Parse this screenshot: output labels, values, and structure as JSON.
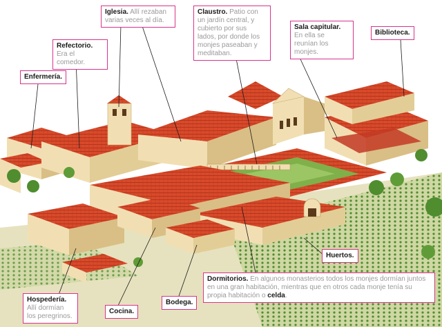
{
  "labels": {
    "iglesia": {
      "title": "Iglesia.",
      "text": "Allí rezaban varias veces al día."
    },
    "claustro": {
      "title": "Claustro.",
      "text": "Patio con un jardín central, y cubierto por sus lados, por donde los monjes paseaban y meditaban."
    },
    "sala": {
      "title": "Sala capitular.",
      "text": "En ella se reunían los monjes."
    },
    "biblioteca": {
      "title": "Biblioteca."
    },
    "refectorio": {
      "title": "Refectorio.",
      "text": "Era el comedor."
    },
    "enfermeria": {
      "title": "Enfermería."
    },
    "huertos": {
      "title": "Huertos."
    },
    "hospederia": {
      "title": "Hospedería.",
      "text": "Allí dormían los peregrinos."
    },
    "cocina": {
      "title": "Cocina."
    },
    "bodega": {
      "title": "Bodega."
    },
    "dormitorios": {
      "title": "Dormitorios.",
      "text": "En algunos monasterios todos los monjes dormían juntos en una gran habitación, mientras que en otros cada monje tenía su propia habitación o",
      "bold_tail": "celda",
      "end": "."
    }
  },
  "colors": {
    "accent": "#d6338a",
    "roof": "#d94a2a",
    "roof_dark": "#b8361f",
    "wall": "#f1dfb3",
    "wall_shade": "#d9bf85",
    "grass": "#7fb04a",
    "tree": "#4f8d2f"
  }
}
